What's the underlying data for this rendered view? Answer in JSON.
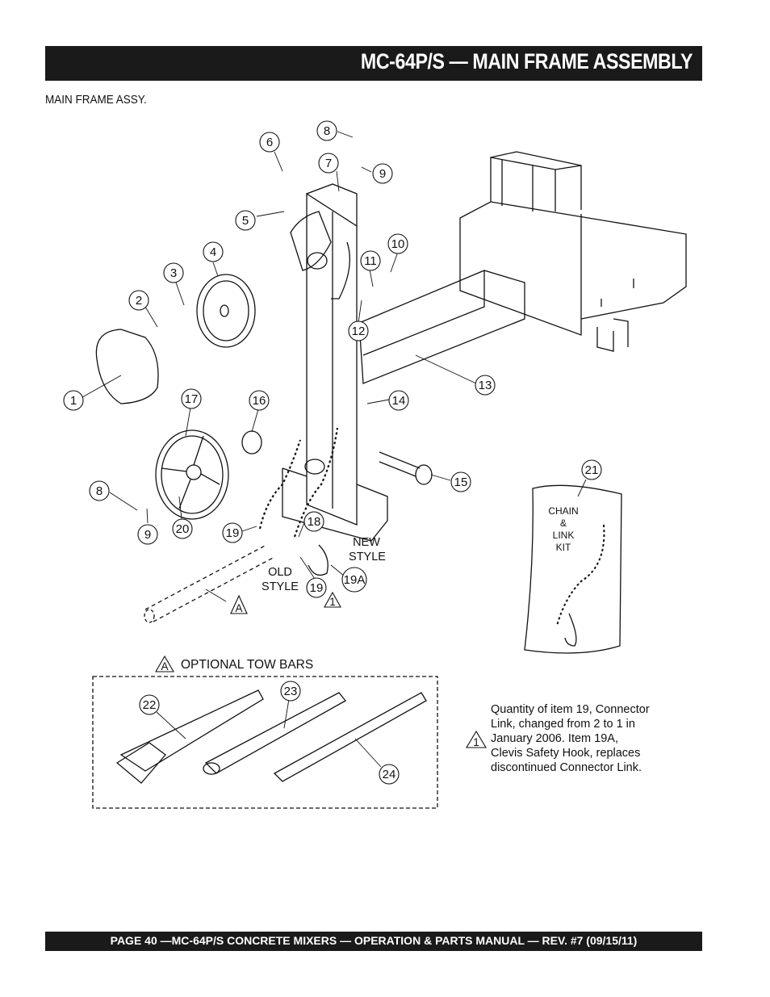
{
  "header": {
    "title": "MC-64P/S — MAIN FRAME ASSEMBLY"
  },
  "subtitle": "MAIN FRAME ASSY.",
  "callouts": [
    "1",
    "2",
    "3",
    "4",
    "5",
    "6",
    "7",
    "8",
    "9",
    "10",
    "11",
    "12",
    "13",
    "14",
    "15",
    "16",
    "17",
    "8",
    "9",
    "20",
    "19",
    "18",
    "19",
    "19A",
    "21",
    "22",
    "23",
    "24"
  ],
  "labels": {
    "new_style_1": "NEW",
    "new_style_2": "STYLE",
    "old_style_1": "OLD",
    "old_style_2": "STYLE",
    "kit_1": "CHAIN",
    "kit_2": "&",
    "kit_3": "LINK",
    "kit_4": "KIT",
    "triangle_a": "A",
    "triangle_1": "1"
  },
  "tow_bars": {
    "marker": "A",
    "title": "OPTIONAL TOW BARS"
  },
  "note": {
    "marker": "1",
    "lines": [
      "Quantity of item 19, Connector",
      "Link, changed from 2 to 1 in",
      "January 2006. Item 19A,",
      "Clevis Safety Hook, replaces",
      "discontinued Connector Link."
    ]
  },
  "footer": {
    "text": "PAGE 40 —MC-64P/S CONCRETE MIXERS —  OPERATION & PARTS MANUAL — REV. #7 (09/15/11)"
  }
}
